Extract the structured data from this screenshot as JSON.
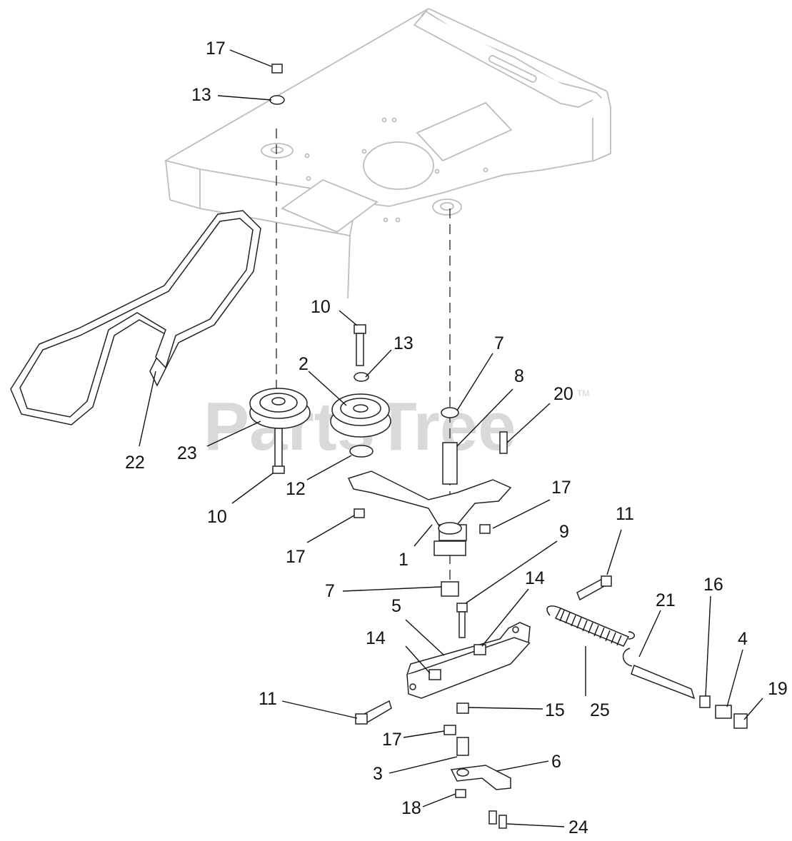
{
  "watermark": {
    "text": "PartsTree",
    "mark": "TM"
  },
  "callouts": {
    "c17_top": "17",
    "c13_top": "13",
    "c10_upper": "10",
    "c13_mid": "13",
    "c2": "2",
    "c7_upper": "7",
    "c8": "8",
    "c20": "20",
    "c22": "22",
    "c23": "23",
    "c12": "12",
    "c10_lower": "10",
    "c17_right": "17",
    "c17_mid": "17",
    "c1": "1",
    "c11_right": "11",
    "c9": "9",
    "c7_lower": "7",
    "c14_right": "14",
    "c5": "5",
    "c21": "21",
    "c16": "16",
    "c14_left": "14",
    "c4": "4",
    "c19": "19",
    "c11_left": "11",
    "c15": "15",
    "c25": "25",
    "c17_bottom": "17",
    "c3": "3",
    "c6": "6",
    "c18": "18",
    "c24": "24"
  }
}
